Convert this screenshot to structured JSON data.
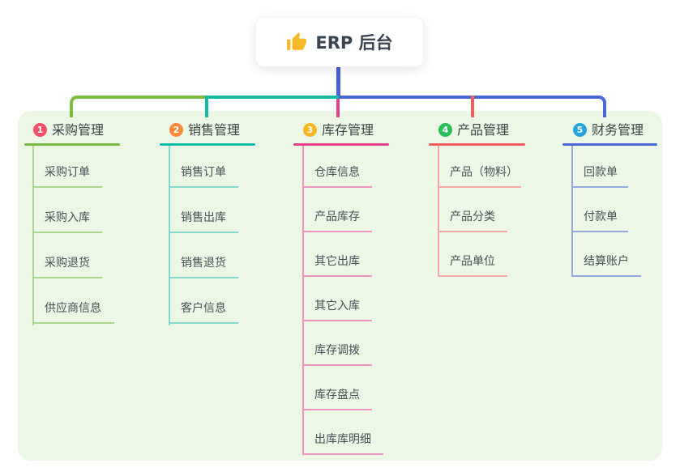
{
  "root": {
    "title": "ERP 后台",
    "icon": "thumbs-up"
  },
  "board": {
    "background": "#ecf7e6"
  },
  "connector_colors": {
    "trunk": "#4a5fd6",
    "bus_left": "#7cbb41",
    "bus_mid": "#14baa8",
    "bus_right": "#4a67d8",
    "drop_inventory": "#e5418b",
    "drop_product": "#f15c5c"
  },
  "branches": [
    {
      "num": "1",
      "label": "采购管理",
      "color": "#7cbb41",
      "light_color": "#abd68c",
      "badge_color": "#f4506c",
      "children": [
        {
          "label": "采购订单"
        },
        {
          "label": "采购入库"
        },
        {
          "label": "采购退货"
        },
        {
          "label": "供应商信息"
        }
      ]
    },
    {
      "num": "2",
      "label": "销售管理",
      "color": "#14baa8",
      "light_color": "#82d8cd",
      "badge_color": "#fb8a38",
      "children": [
        {
          "label": "销售订单"
        },
        {
          "label": "销售出库"
        },
        {
          "label": "销售退货"
        },
        {
          "label": "客户信息"
        }
      ]
    },
    {
      "num": "3",
      "label": "库存管理",
      "color": "#e5418b",
      "light_color": "#f193c1",
      "badge_color": "#f7b51f",
      "children": [
        {
          "label": "仓库信息"
        },
        {
          "label": "产品库存"
        },
        {
          "label": "其它出库"
        },
        {
          "label": "其它入库"
        },
        {
          "label": "库存调拨"
        },
        {
          "label": "库存盘点"
        },
        {
          "label": "出库库明细"
        }
      ]
    },
    {
      "num": "4",
      "label": "产品管理",
      "color": "#f15c5c",
      "light_color": "#f6a6a6",
      "badge_color": "#29be56",
      "children": [
        {
          "label": "产品（物料）"
        },
        {
          "label": "产品分类"
        },
        {
          "label": "产品单位"
        }
      ]
    },
    {
      "num": "5",
      "label": "财务管理",
      "color": "#4a67d8",
      "light_color": "#94a9e2",
      "badge_color": "#27a3df",
      "children": [
        {
          "label": "回款单"
        },
        {
          "label": "付款单"
        },
        {
          "label": "结算账户"
        }
      ]
    }
  ]
}
